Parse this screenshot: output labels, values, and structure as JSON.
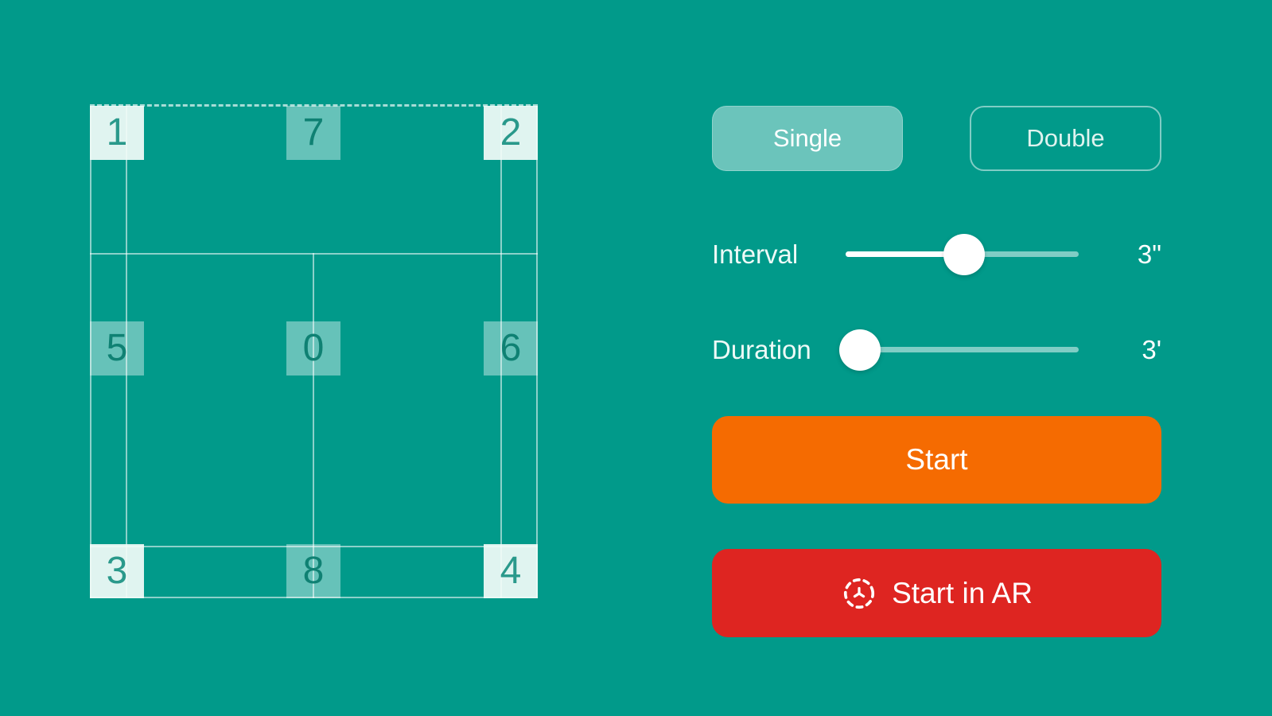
{
  "colors": {
    "background": "#019a8a",
    "court_line": "rgba(255,255,255,0.55)",
    "cell_corner_bg": "#f3fcf9",
    "cell_corner_text": "#2a998b",
    "cell_mid_text": "#0f8173",
    "start_button": "#f56b01",
    "start_ar_button": "#de2521",
    "toggle_selected_bg": "#6cc9bb"
  },
  "court": {
    "cells": [
      {
        "label": "1",
        "style": "corner"
      },
      {
        "label": "7",
        "style": "mid"
      },
      {
        "label": "2",
        "style": "corner"
      },
      {
        "label": "5",
        "style": "mid"
      },
      {
        "label": "0",
        "style": "mid"
      },
      {
        "label": "6",
        "style": "mid"
      },
      {
        "label": "3",
        "style": "corner"
      },
      {
        "label": "8",
        "style": "mid"
      },
      {
        "label": "4",
        "style": "corner"
      }
    ]
  },
  "mode_toggle": {
    "options": [
      {
        "label": "Single",
        "selected": true
      },
      {
        "label": "Double",
        "selected": false
      }
    ]
  },
  "sliders": {
    "interval": {
      "label": "Interval",
      "value": "3\"",
      "percent": 51
    },
    "duration": {
      "label": "Duration",
      "value": "3'",
      "percent": 6
    }
  },
  "actions": {
    "start": {
      "label": "Start"
    },
    "start_in_ar": {
      "label": "Start in AR",
      "icon": "ar-viewfinder-icon"
    }
  }
}
